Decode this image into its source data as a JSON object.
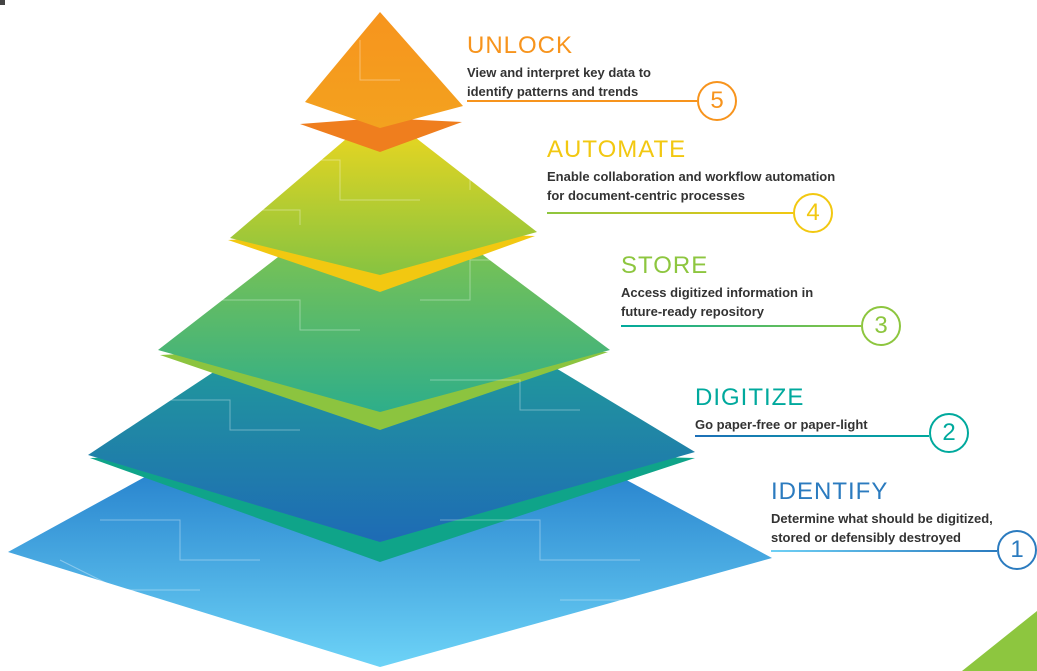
{
  "stages": [
    {
      "number": "5",
      "title": "UNLOCK",
      "desc_lines": [
        "View and interpret key data to",
        "identify patterns and trends"
      ],
      "color": "#f7941d"
    },
    {
      "number": "4",
      "title": "AUTOMATE",
      "desc_lines": [
        "Enable collaboration and workflow automation",
        "for document-centric processes"
      ],
      "color": "#f2c811"
    },
    {
      "number": "3",
      "title": "STORE",
      "desc_lines": [
        "Access digitized information in",
        "future-ready repository"
      ],
      "color": "#8dc63f"
    },
    {
      "number": "2",
      "title": "DIGITIZE",
      "desc_lines": [
        "Go paper-free or paper-light"
      ],
      "color": "#00a99d"
    },
    {
      "number": "1",
      "title": "IDENTIFY",
      "desc_lines": [
        "Determine what should be digitized,",
        "stored or defensibly destroyed"
      ],
      "color": "#2b7bbf"
    }
  ],
  "colors": {
    "unlock_top": "#f7941d",
    "unlock_bottom": "#f06e1e",
    "automate_top": "#f7d417",
    "automate_bottom": "#8dc63f",
    "store_top": "#a6cf38",
    "store_bottom": "#2eae8a",
    "digitize_top": "#1fae8f",
    "digitize_bottom": "#1d6fb8",
    "identify_top": "#1f6fbf",
    "identify_bottom": "#6fd0f5",
    "corner": "#8dc63f"
  }
}
